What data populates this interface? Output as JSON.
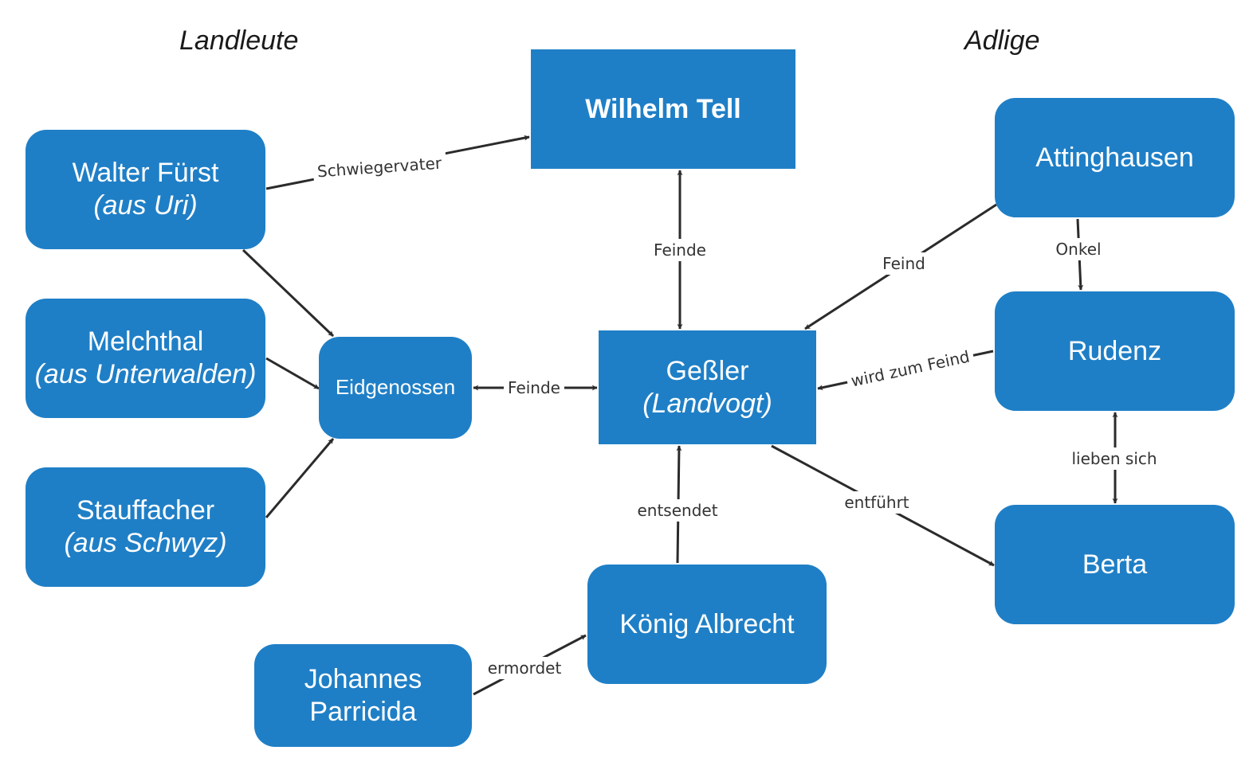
{
  "headings": {
    "left": "Landleute",
    "right": "Adlige"
  },
  "nodes": {
    "tell": {
      "line1": "Wilhelm Tell",
      "line2": ""
    },
    "walter": {
      "line1": "Walter Fürst",
      "line2": "(aus Uri)"
    },
    "melchthal": {
      "line1": "Melchthal",
      "line2": "(aus Unterwalden)"
    },
    "stauffacher": {
      "line1": "Stauffacher",
      "line2": "(aus Schwyz)"
    },
    "eidgenossen": {
      "line1": "Eidgenossen",
      "line2": ""
    },
    "gessler": {
      "line1": "Geßler",
      "line2": "(Landvogt)"
    },
    "albrecht": {
      "line1": "König Albrecht",
      "line2": ""
    },
    "johannes": {
      "line1": "Johannes",
      "line2": "Parricida"
    },
    "attinghausen": {
      "line1": "Attinghausen",
      "line2": ""
    },
    "rudenz": {
      "line1": "Rudenz",
      "line2": ""
    },
    "berta": {
      "line1": "Berta",
      "line2": ""
    }
  },
  "edges": {
    "walter_tell": "Schwiegervater",
    "tell_gessler": "Feinde",
    "eidgenossen_gessler": "Feinde",
    "attinghausen_gessler": "Feind",
    "attinghausen_rudenz": "Onkel",
    "rudenz_gessler": "wird zum Feind",
    "rudenz_berta": "lieben sich",
    "gessler_berta": "entführt",
    "albrecht_gessler": "entsendet",
    "johannes_albrecht": "ermordet"
  },
  "colors": {
    "node_fill": "#1f7fc6",
    "node_text": "#ffffff",
    "edge": "#2b2b2b",
    "label": "#333333"
  }
}
